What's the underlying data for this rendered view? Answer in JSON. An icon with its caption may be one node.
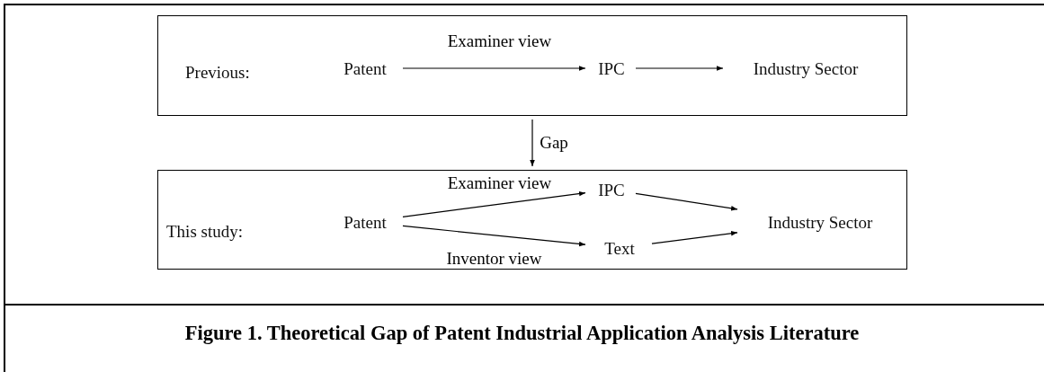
{
  "diagram": {
    "caption": "Figure 1. Theoretical Gap of Patent Industrial Application Analysis Literature",
    "nodes": [
      {
        "text": [
          "Previous:"
        ]
      },
      {
        "text": [
          "Patent"
        ],
        "in": 0
      },
      {
        "text": [
          "IPC"
        ],
        "in": 0
      },
      {
        "text": [
          "Industry Sector"
        ],
        "in": 0
      },
      {
        "text": [
          "This study:"
        ]
      },
      {
        "text": [
          "Patent"
        ],
        "in": 4
      },
      {
        "text": [
          "IPC"
        ],
        "in": 4
      },
      {
        "text": [
          "Text"
        ],
        "in": 4
      },
      {
        "text": [
          "Industry Sector"
        ],
        "in": 4
      }
    ],
    "edges": [
      {
        "from": 1,
        "to": 2,
        "arrow": "to",
        "label": "Examiner view"
      },
      {
        "from": 2,
        "to": 3,
        "arrow": "to"
      },
      {
        "from": 0,
        "to": 4,
        "arrow": "to",
        "label": "Gap"
      },
      {
        "from": 5,
        "to": 6,
        "arrow": "to",
        "label": "Examiner view"
      },
      {
        "from": 5,
        "to": 7,
        "arrow": "to",
        "label": "Inventor view"
      },
      {
        "from": 6,
        "to": 8,
        "arrow": "to"
      },
      {
        "from": 7,
        "to": 8,
        "arrow": "to"
      }
    ]
  }
}
